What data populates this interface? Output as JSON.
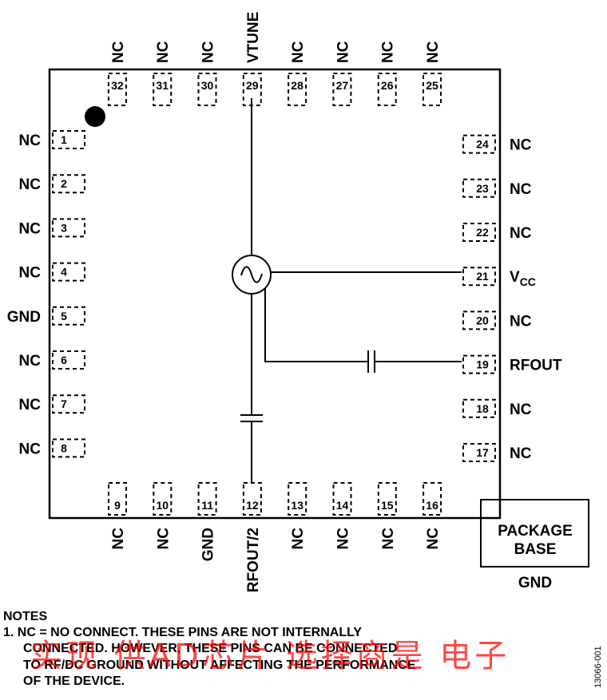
{
  "pins": {
    "left": [
      {
        "num": "1",
        "label": "NC"
      },
      {
        "num": "2",
        "label": "NC"
      },
      {
        "num": "3",
        "label": "NC"
      },
      {
        "num": "4",
        "label": "NC"
      },
      {
        "num": "5",
        "label": "GND"
      },
      {
        "num": "6",
        "label": "NC"
      },
      {
        "num": "7",
        "label": "NC"
      },
      {
        "num": "8",
        "label": "NC"
      }
    ],
    "bottom": [
      {
        "num": "9",
        "label": "NC"
      },
      {
        "num": "10",
        "label": "NC"
      },
      {
        "num": "11",
        "label": "GND"
      },
      {
        "num": "12",
        "label": "RFOUT/2"
      },
      {
        "num": "13",
        "label": "NC"
      },
      {
        "num": "14",
        "label": "NC"
      },
      {
        "num": "15",
        "label": "NC"
      },
      {
        "num": "16",
        "label": "NC"
      }
    ],
    "right": [
      {
        "num": "17",
        "label": "NC"
      },
      {
        "num": "18",
        "label": "NC"
      },
      {
        "num": "19",
        "label": "RFOUT"
      },
      {
        "num": "20",
        "label": "NC"
      },
      {
        "num": "21",
        "label": "V",
        "sub": "CC"
      },
      {
        "num": "22",
        "label": "NC"
      },
      {
        "num": "23",
        "label": "NC"
      },
      {
        "num": "24",
        "label": "NC"
      }
    ],
    "top": [
      {
        "num": "25",
        "label": "NC"
      },
      {
        "num": "26",
        "label": "NC"
      },
      {
        "num": "27",
        "label": "NC"
      },
      {
        "num": "28",
        "label": "NC"
      },
      {
        "num": "29",
        "label": "VTUNE"
      },
      {
        "num": "30",
        "label": "NC"
      },
      {
        "num": "31",
        "label": "NC"
      },
      {
        "num": "32",
        "label": "NC"
      }
    ]
  },
  "package_base": {
    "line1": "PACKAGE",
    "line2": "BASE",
    "label": "GND"
  },
  "notes": {
    "title": "NOTES",
    "lines": [
      "1. NC = NO CONNECT. THESE PINS ARE NOT INTERNALLY",
      "CONNECTED. HOWEVER, THESE PINS CAN BE CONNECTED",
      "TO RF/DC GROUND WITHOUT AFFECTING THE PERFORMANCE",
      "OF THE DEVICE."
    ]
  },
  "watermark": "实现 供AD芯片 选择商是 电子",
  "doc_number": "13066-001"
}
